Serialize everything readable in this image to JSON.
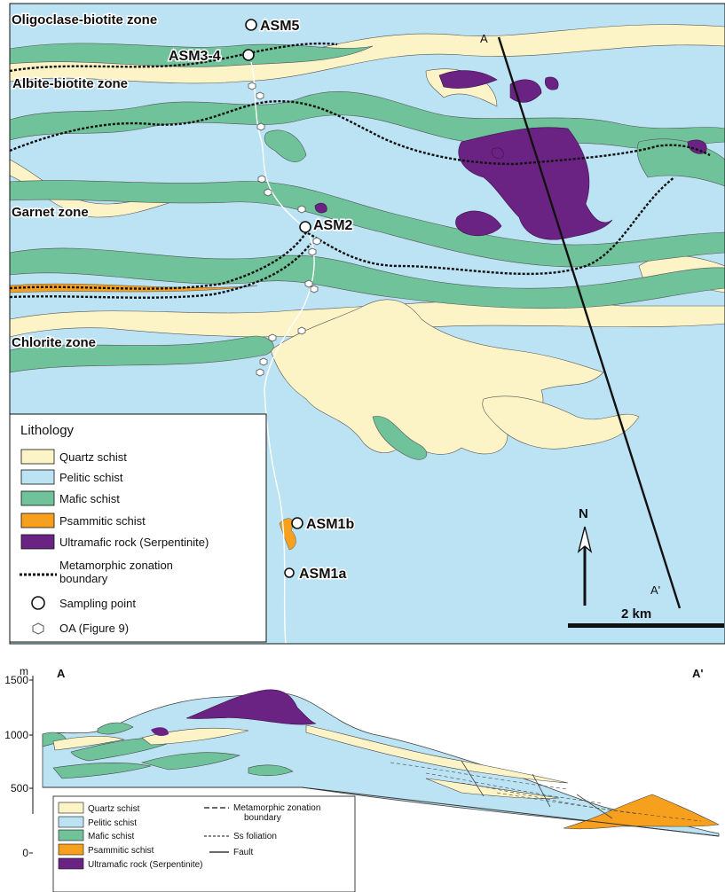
{
  "map": {
    "zones": [
      {
        "label": "Oligoclase-biotite zone"
      },
      {
        "label": "Albite-biotite zone"
      },
      {
        "label": "Garnet zone"
      },
      {
        "label": "Chlorite zone"
      }
    ],
    "samples": [
      {
        "label": "ASM5"
      },
      {
        "label": "ASM3-4"
      },
      {
        "label": "ASM2"
      },
      {
        "label": "ASM1b"
      },
      {
        "label": "ASM1a"
      }
    ],
    "section_line": {
      "start": "A",
      "end": "A'"
    },
    "north": "N",
    "scale": "2 km",
    "colors": {
      "quartz": "#fcf3c6",
      "pelitic": "#bce3f4",
      "mafic": "#6fc29a",
      "psammitic": "#f7a01e",
      "ultramafic": "#6b2383"
    }
  },
  "legend": {
    "title": "Lithology",
    "items": [
      {
        "label": "Quartz schist",
        "color": "#fcf3c6",
        "kind": "swatch"
      },
      {
        "label": "Pelitic schist",
        "color": "#bce3f4",
        "kind": "swatch"
      },
      {
        "label": "Mafic schist",
        "color": "#6fc29a",
        "kind": "swatch"
      },
      {
        "label": "Psammitic schist",
        "color": "#f7a01e",
        "kind": "swatch"
      },
      {
        "label": "Ultramafic rock (Serpentinite)",
        "color": "#6b2383",
        "kind": "swatch"
      },
      {
        "label": "Metamorphic zonation",
        "label2": "boundary",
        "kind": "dotted-line"
      },
      {
        "label": "Sampling point",
        "kind": "circle"
      },
      {
        "label": "OA (Figure 9)",
        "kind": "hexagon"
      }
    ]
  },
  "cross_section": {
    "ylabel": "m",
    "ticks": [
      "1500",
      "1000",
      "500",
      "0"
    ],
    "start": "A",
    "end": "A'",
    "legend": {
      "left": [
        "Quartz schist",
        "Pelitic schist",
        "Mafic schist",
        "Psammitic schist",
        "Ultramafic rock (Serpentinite)"
      ],
      "right": [
        "Metamorphic zonation",
        "boundary",
        "Ss foliation",
        "Fault"
      ]
    }
  }
}
